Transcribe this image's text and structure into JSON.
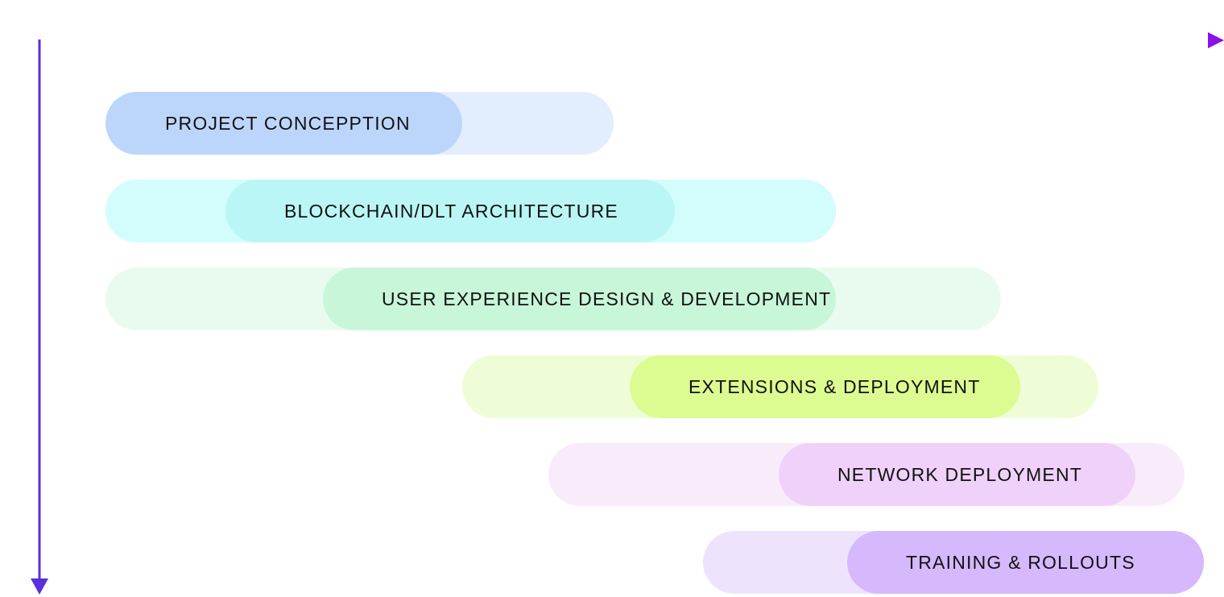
{
  "phases": [
    {
      "label": "PROJECT CONCEPPTION",
      "track_color": "#e2eefd",
      "pill_color": "#bcd6fb"
    },
    {
      "label": "BLOCKCHAIN/DLT ARCHITECTURE",
      "track_color": "#d3fcfc",
      "pill_color": "#bbf6f6"
    },
    {
      "label": "USER EXPERIENCE DESIGN & DEVELOPMENT",
      "track_color": "#e9fbee",
      "pill_color": "#c8f6d9"
    },
    {
      "label": "EXTENSIONS & DEPLOYMENT",
      "track_color": "#effdd6",
      "pill_color": "#dcfb91"
    },
    {
      "label": "NETWORK DEPLOYMENT",
      "track_color": "#f8ecfb",
      "pill_color": "#efd1f9"
    },
    {
      "label": "TRAINING & ROLLOUTS",
      "track_color": "#eee3fc",
      "pill_color": "#d6b8fc"
    }
  ],
  "axis_colors": {
    "start": "#5a2fe0",
    "end": "#8a12e8"
  }
}
